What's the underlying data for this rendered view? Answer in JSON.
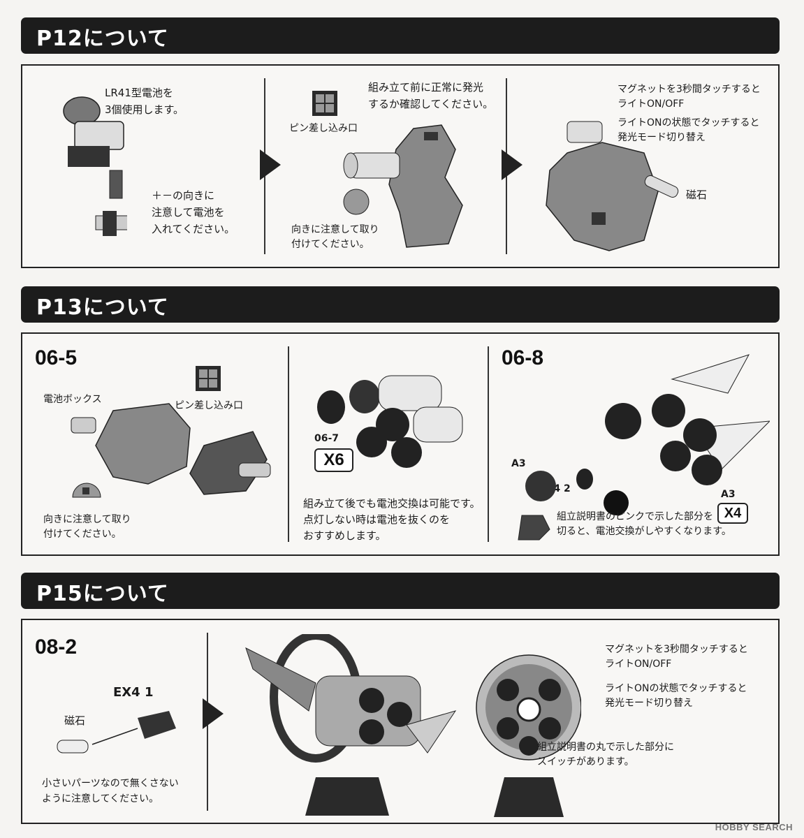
{
  "sections": {
    "p12": {
      "title": "P12について",
      "battery_note": [
        "LR41型電池を",
        "3個使用します。"
      ],
      "polarity_note": [
        "＋－の向きに",
        "注意して電池を",
        "入れてください。"
      ],
      "check_note": [
        "組み立て前に正常に発光",
        "するか確認してください。"
      ],
      "pin_label": "ピン差し込み口",
      "orient_note": [
        "向きに注意して取り",
        "付けてください。"
      ],
      "magnet_note": [
        "マグネットを3秒間タッチすると",
        "ライトON/OFF"
      ],
      "mode_note": [
        "ライトONの状態でタッチすると",
        "発光モード切り替え"
      ],
      "magnet_label": "磁石"
    },
    "p13": {
      "title": "P13について",
      "step_a": "06-5",
      "battery_box_label": "電池ボックス",
      "pin_label": "ピン差し込み口",
      "orient_note": [
        "向きに注意して取り",
        "付けてください。"
      ],
      "part_label": "06-7",
      "part_qty": "X6",
      "replace_note": [
        "組み立て後でも電池交換は可能です。",
        "点灯しない時は電池を抜くのを",
        "おすすめします。"
      ],
      "step_b": "06-8",
      "part_a3": "A3",
      "part_ex42": "EX4 2",
      "cut_note": [
        "組立説明書のピンクで示した部分を",
        "切ると、電池交換がしやすくなります。"
      ],
      "a3_qty_label": "A3",
      "a3_qty": "X4"
    },
    "p15": {
      "title": "P15について",
      "step": "08-2",
      "ex41": "EX4 1",
      "magnet_label": "磁石",
      "small_note": [
        "小さいパーツなので無くさない",
        "ように注意してください。"
      ],
      "magnet_note": [
        "マグネットを3秒間タッチすると",
        "ライトON/OFF"
      ],
      "mode_note": [
        "ライトONの状態でタッチすると",
        "発光モード切り替え"
      ],
      "switch_note": [
        "組立説明書の丸で示した部分に",
        "スイッチがあります。"
      ]
    }
  },
  "watermark": "HOBBY SEARCH",
  "colors": {
    "header_bg": "#1c1c1c",
    "header_text": "#ffffff",
    "paper": "#f5f4f2"
  }
}
